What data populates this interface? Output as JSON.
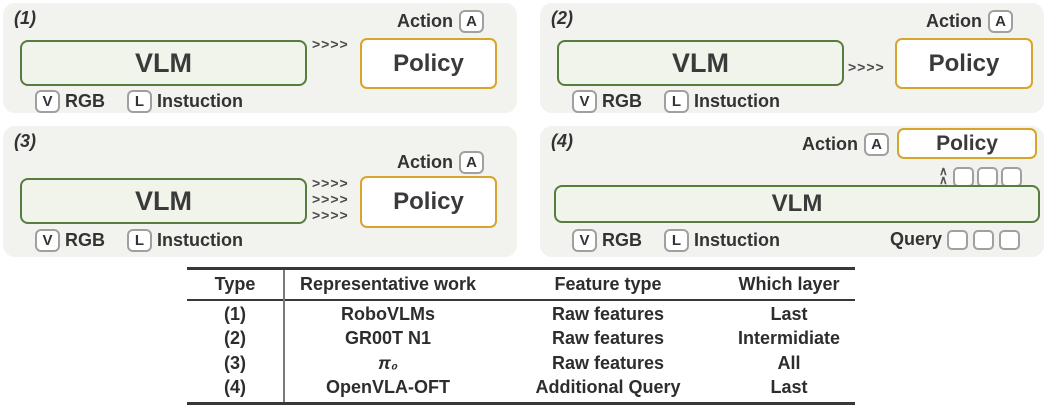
{
  "shared": {
    "vlm_label": "VLM",
    "policy_label": "Policy",
    "action_label": "Action",
    "action_tag": "A",
    "vision_tag": "V",
    "vision_label": "RGB",
    "language_tag": "L",
    "language_label": "Instuction",
    "arrow": ">>>>",
    "arrow_triple": ">>>>\n>>>>\n>>>>",
    "chevron_up": "∧\n∧",
    "query_label": "Query"
  },
  "panels": {
    "p1": {
      "num": "(1)"
    },
    "p2": {
      "num": "(2)"
    },
    "p3": {
      "num": "(3)"
    },
    "p4": {
      "num": "(4)"
    }
  },
  "colors": {
    "panel_bg": "#f2f2ef",
    "vlm_fill": "#f0f4ea",
    "vlm_border": "#567d3d",
    "policy_border": "#d7a52b",
    "tag_border": "#a0a0a0",
    "text": "#333333"
  },
  "table": {
    "headers": [
      "Type",
      "Representative work",
      "Feature type",
      "Which layer"
    ],
    "rows": [
      [
        "(1)",
        "RoboVLMs",
        "Raw features",
        "Last"
      ],
      [
        "(2)",
        "GR00T N1",
        "Raw features",
        "Intermidiate"
      ],
      [
        "(3)",
        "π₀",
        "Raw features",
        "All"
      ],
      [
        "(4)",
        "OpenVLA-OFT",
        "Additional Query",
        "Last"
      ]
    ]
  }
}
